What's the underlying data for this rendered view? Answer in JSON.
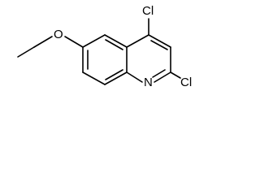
{
  "molecule": {
    "atoms": {
      "cl_top": "Cl",
      "cl_right": "Cl",
      "nitrogen": "N",
      "oxygen": "O"
    }
  }
}
